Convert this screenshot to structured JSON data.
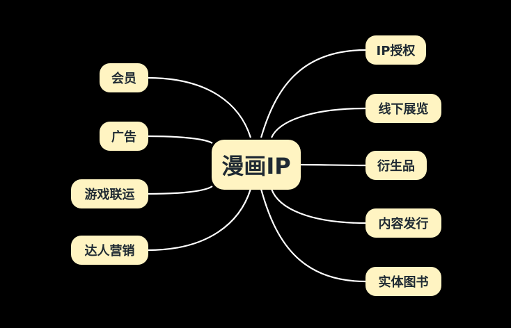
{
  "mindmap": {
    "center": {
      "label": "漫画IP"
    },
    "left_branches": [
      {
        "id": "member",
        "label": "会员"
      },
      {
        "id": "ads",
        "label": "广告"
      },
      {
        "id": "game",
        "label": "游戏联运"
      },
      {
        "id": "kol",
        "label": "达人营销"
      }
    ],
    "right_branches": [
      {
        "id": "license",
        "label": "IP授权"
      },
      {
        "id": "exhibition",
        "label": "线下展览"
      },
      {
        "id": "merch",
        "label": "衍生品"
      },
      {
        "id": "publish",
        "label": "内容发行"
      },
      {
        "id": "book",
        "label": "实体图书"
      }
    ]
  },
  "colors": {
    "background": "#000000",
    "node_fill": "#fff4c2",
    "node_text": "#1f2a33",
    "link": "#ffffff"
  }
}
